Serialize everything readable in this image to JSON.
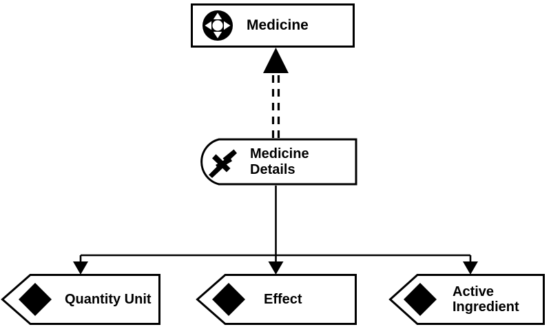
{
  "diagram": {
    "type": "entity-attribute-diagram",
    "background_color": "#ffffff",
    "stroke_color": "#000000",
    "nodes": [
      {
        "id": "medicine",
        "label": "Medicine",
        "shape": "rectangle",
        "icon": "move-compass-icon",
        "role": "entity"
      },
      {
        "id": "medicine-details",
        "label": "Medicine\nDetails",
        "line1": "Medicine",
        "line2": "Details",
        "shape": "rounded-left-rectangle",
        "icon": "satellite-star-icon",
        "role": "detail"
      },
      {
        "id": "quantity-unit",
        "label": "Quantity Unit",
        "shape": "pentagon-tag",
        "icon": "filled-diamond-icon",
        "role": "attribute"
      },
      {
        "id": "effect",
        "label": "Effect",
        "shape": "pentagon-tag",
        "icon": "filled-diamond-icon",
        "role": "attribute"
      },
      {
        "id": "active-ingredient",
        "label": "Active\nIngredient",
        "line1": "Active",
        "line2": "Ingredient",
        "shape": "pentagon-tag",
        "icon": "filled-diamond-icon",
        "role": "attribute"
      }
    ],
    "connectors": [
      {
        "id": "medicine-details-to-medicine",
        "from": "medicine-details",
        "to": "medicine",
        "style": "dashed-double-line",
        "arrowhead": "solid-triangle",
        "direction": "up"
      },
      {
        "id": "medicine-details-to-quantity-unit",
        "from": "medicine-details",
        "to": "quantity-unit",
        "style": "solid-line",
        "arrowhead": "solid-triangle",
        "direction": "down"
      },
      {
        "id": "medicine-details-to-effect",
        "from": "medicine-details",
        "to": "effect",
        "style": "solid-line",
        "arrowhead": "solid-triangle",
        "direction": "down"
      },
      {
        "id": "medicine-details-to-active-ingredient",
        "from": "medicine-details",
        "to": "active-ingredient",
        "style": "solid-line",
        "arrowhead": "solid-triangle",
        "direction": "down"
      }
    ]
  }
}
